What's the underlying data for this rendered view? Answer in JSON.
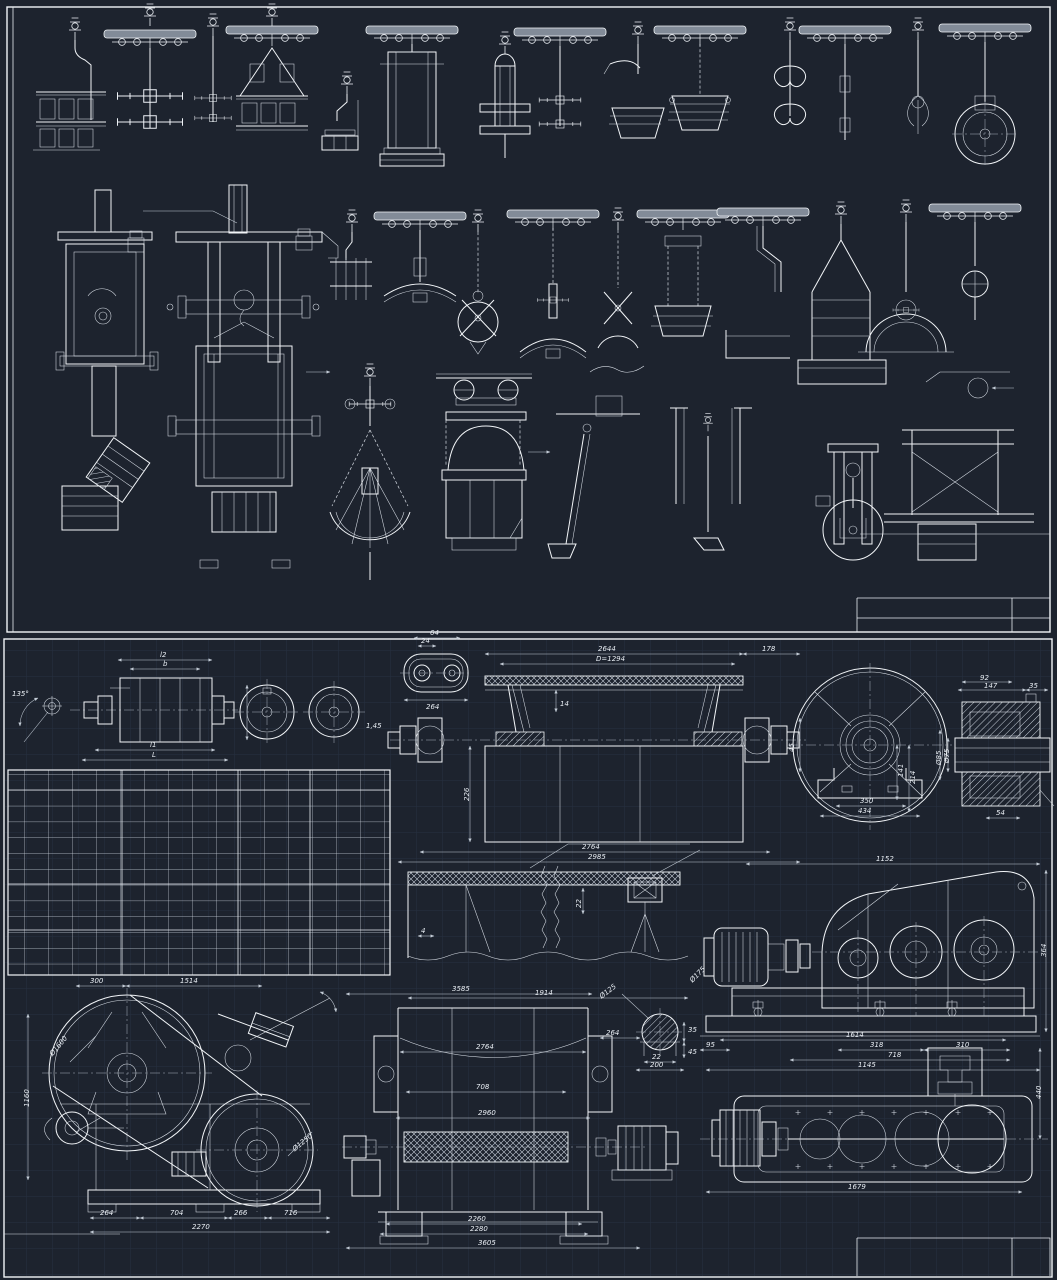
{
  "document": {
    "kind": "cad-drawing-sheet",
    "sheets": [
      "lifting-tackle-sheet",
      "drum-drive-sheet"
    ]
  },
  "colors": {
    "background": "#1d232e",
    "grid": "#273041",
    "line": "#f2f5f8",
    "dim_line": "#c3ccd6",
    "muted_fill": "#828b98"
  },
  "table": {
    "rows": 13,
    "columns": 16,
    "content": "empty"
  },
  "dims": {
    "pulley_small": [
      "135°"
    ],
    "drum_catalog": [
      "l2",
      "b",
      "l1",
      "L",
      "1,45"
    ],
    "flange_plate": [
      "24",
      "64",
      "264"
    ],
    "drum_section": [
      "2644",
      "D=1294",
      "178",
      "14",
      "226",
      "2764",
      "2985"
    ],
    "wheel_end": [
      "45",
      "141",
      "214",
      "350",
      "434"
    ],
    "bearing_unit": [
      "147",
      "35",
      "92",
      "Ø75",
      "Ø85",
      "54"
    ],
    "shell_joint": [
      "4",
      "22",
      "1914",
      "Ø175"
    ],
    "gearbox": [
      "1152",
      "364",
      "318",
      "310",
      "718",
      "1145",
      "95"
    ],
    "belt_machine": [
      "300",
      "1514",
      "Ø1600",
      "1160",
      "Ø1250",
      "264",
      "704",
      "266",
      "716",
      "2270"
    ],
    "drum_front": [
      "3585",
      "2764",
      "708",
      "2960",
      "2260",
      "2280",
      "3605",
      "264"
    ],
    "shaft_detail": [
      "Ø125",
      "35",
      "45",
      "22",
      "200"
    ],
    "drive_top": [
      "1614",
      "440",
      "1679"
    ]
  }
}
